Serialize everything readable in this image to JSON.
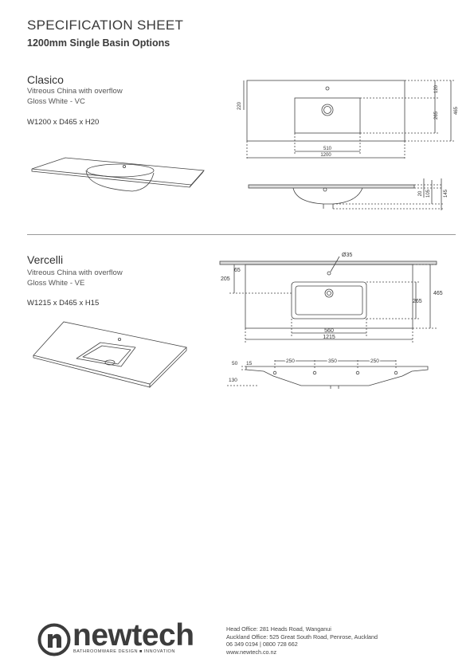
{
  "header": {
    "title": "SPECIFICATION SHEET",
    "subtitle": "1200mm Single Basin Options"
  },
  "products": [
    {
      "name": "Clasico",
      "material": "Vitreous China with overflow",
      "finish": "Gloss White - VC",
      "dimensions": "W1200 x D465 x H20",
      "drawing_labels": {
        "d220": "220",
        "d120": "120",
        "d265": "265",
        "d465": "465",
        "d510": "510",
        "d1200": "1200",
        "d20": "20",
        "d105": "105",
        "d145": "145"
      }
    },
    {
      "name": "Vercelli",
      "material": "Vitreous China with overflow",
      "finish": "Gloss White - VE",
      "dimensions": "W1215 x D465 x H15",
      "drawing_labels": {
        "d35": "Ø35",
        "d65": "65",
        "d205": "205",
        "d465": "465",
        "d265": "265",
        "d560": "560",
        "d1215": "1215",
        "d250a": "250",
        "d350": "350",
        "d250b": "250",
        "d50": "50",
        "d15": "15",
        "d130": "130"
      }
    }
  ],
  "footer": {
    "brand": "newtech",
    "tagline": "BATHROOMWARE DESIGN ■ INNOVATION",
    "head_office": "Head Office: 281 Heads Road, Wanganui",
    "auckland_office": "Auckland Office: 525 Great South Road, Penrose, Auckland",
    "phone": "06 349 0194  |  0800 728 662",
    "website": "www.newtech.co.nz"
  },
  "colors": {
    "text": "#333333",
    "line": "#444444"
  }
}
